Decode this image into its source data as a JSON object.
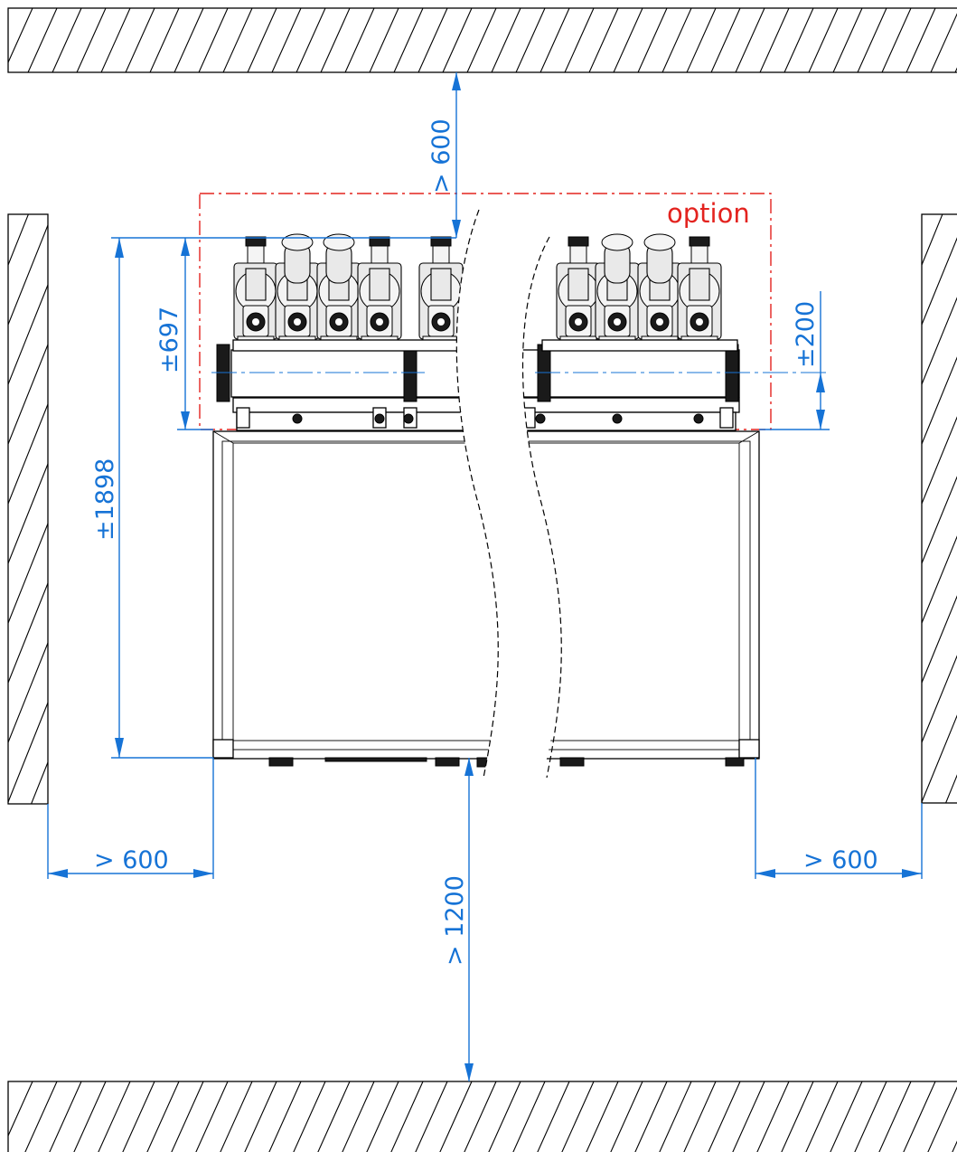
{
  "dimensions": {
    "top_clearance": "> 600",
    "bottom_clearance": "> 1200",
    "left_clearance": "> 600",
    "right_clearance": "> 600",
    "overall_depth": "±1898",
    "option_depth": "±697",
    "option_offset": "±200"
  },
  "option_label": "option",
  "colors": {
    "dimension": "#1673d6",
    "option": "#e3231f",
    "outline": "#000000"
  }
}
